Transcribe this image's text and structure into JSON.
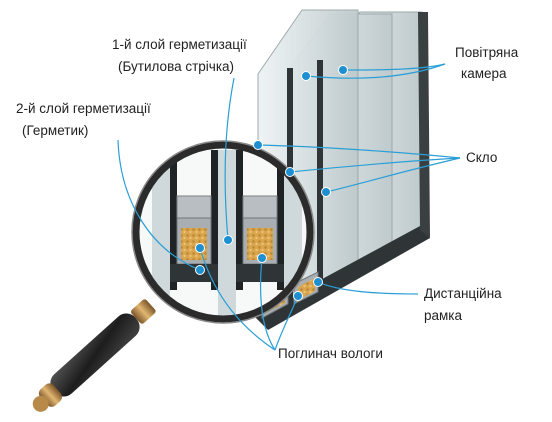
{
  "labels": {
    "seal1_line1": "1-й слой герметизації",
    "seal1_line2": "(Бутилова стрічка)",
    "seal2_line1": "2-й слой герметизації",
    "seal2_line2": "(Герметик)",
    "air_line1": "Повітряна",
    "air_line2": "камера",
    "glass": "Скло",
    "spacer_line1": "Дистанційна",
    "spacer_line2": "рамка",
    "desiccant": "Поглинач вологи"
  },
  "colors": {
    "callout_line": "#2a9fd6",
    "marker": "#1e8fd0",
    "frame_dark": "#2f3436",
    "glass": "#d7e0e2",
    "spacer": "#a9aeb2",
    "desiccant": "#d9a64e",
    "sealant_white": "#f2f2f2",
    "handle_dark": "#2b2b2b",
    "handle_brass": "#b88a4a"
  },
  "icons": {
    "magnifier": "magnifier-icon",
    "marker": "callout-dot-icon"
  }
}
